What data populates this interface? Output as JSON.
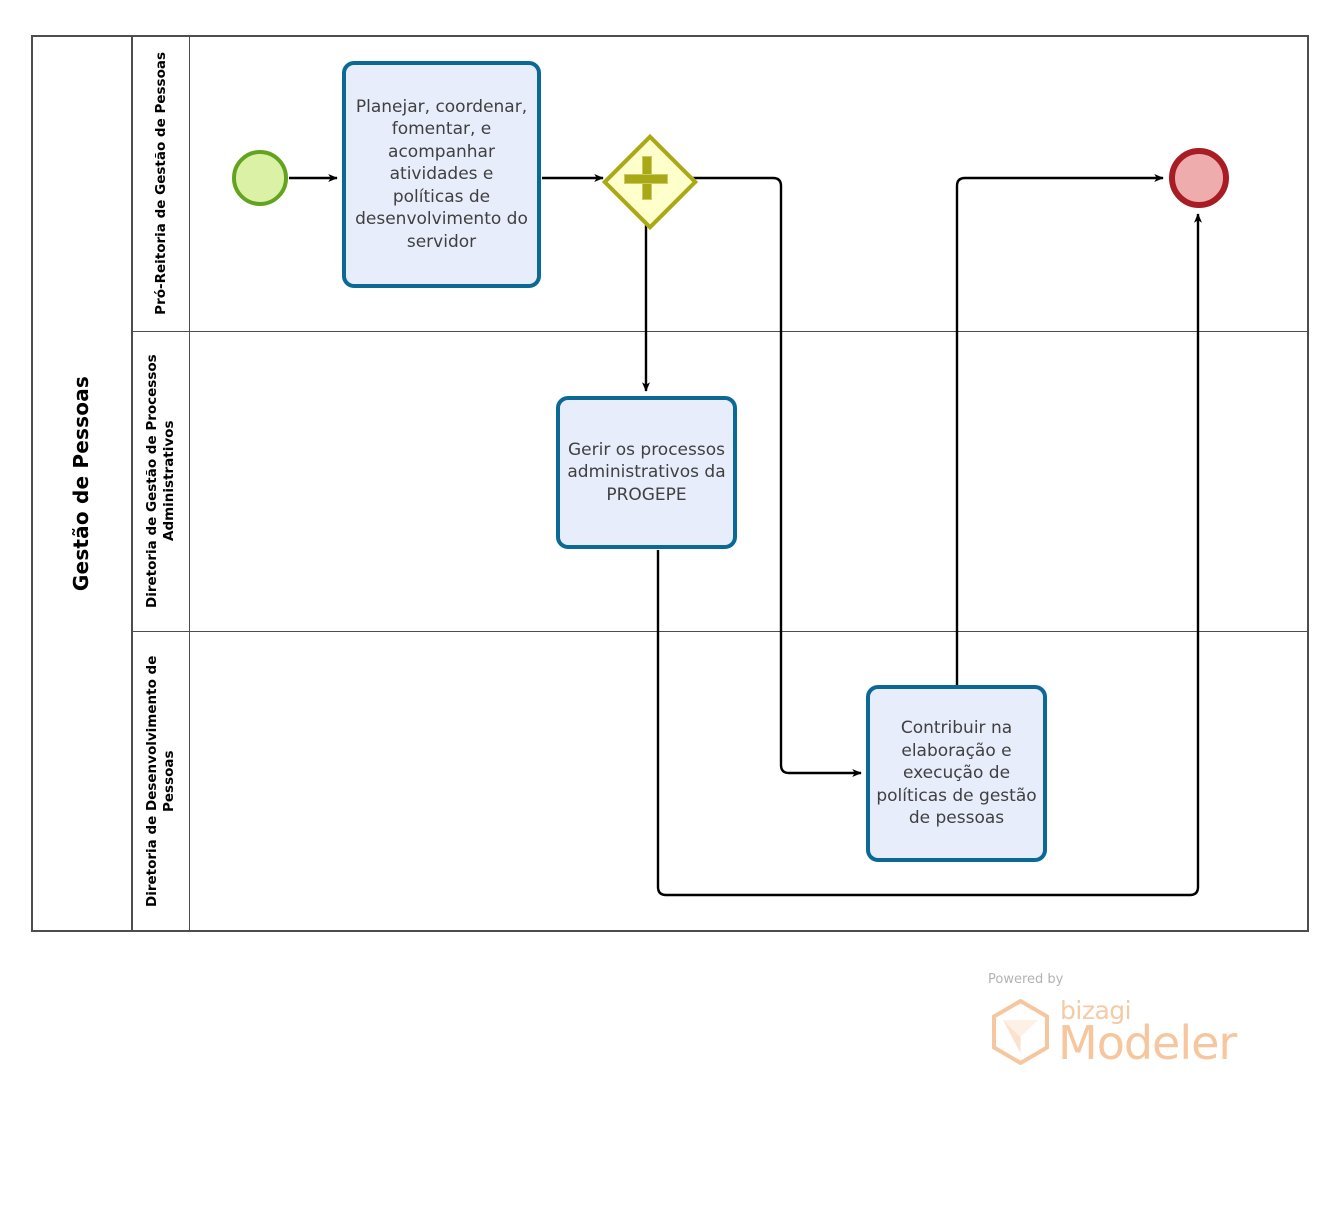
{
  "diagram": {
    "type": "bpmn-process",
    "pool": {
      "name": "Gestão de Pessoas"
    },
    "lanes": [
      {
        "id": "lane-pro-reitoria",
        "name": "Pró-Reitoria de Gestão de Pessoas"
      },
      {
        "id": "lane-gestao-processos",
        "name": "Diretoria de Gestão de Processos Administrativos"
      },
      {
        "id": "lane-desenvolvimento",
        "name": "Diretoria de Desenvolvimento de Pessoas"
      }
    ],
    "events": [
      {
        "id": "start-event",
        "kind": "start",
        "label": "",
        "fill": "#dbf2a6",
        "stroke": "#62a420"
      },
      {
        "id": "end-event",
        "kind": "end",
        "label": "",
        "fill": "#eeacac",
        "stroke": "#a71d23"
      }
    ],
    "gateway": {
      "id": "parallel-gateway",
      "kind": "parallel",
      "symbol": "+",
      "fill": "#ffffcc",
      "stroke": "#a9a916"
    },
    "tasks": [
      {
        "id": "task-planejar",
        "label": "Planejar, coordenar, fomentar, e acompanhar atividades e políticas de desenvolvimento do servidor",
        "lane": "lane-pro-reitoria"
      },
      {
        "id": "task-gerir",
        "label": "Gerir os processos administrativos da PROGEPE",
        "lane": "lane-gestao-processos"
      },
      {
        "id": "task-contribuir",
        "label": "Contribuir na elaboração e execução de políticas de gestão de pessoas",
        "lane": "lane-desenvolvimento"
      }
    ],
    "flows": [
      {
        "from": "start-event",
        "to": "task-planejar"
      },
      {
        "from": "task-planejar",
        "to": "parallel-gateway"
      },
      {
        "from": "parallel-gateway",
        "to": "task-gerir"
      },
      {
        "from": "parallel-gateway",
        "to": "task-contribuir"
      },
      {
        "from": "task-contribuir",
        "to": "end-event"
      },
      {
        "from": "task-gerir",
        "to": "end-event"
      }
    ],
    "colors": {
      "task_fill": "#e8edfb",
      "task_stroke": "#0b6a95",
      "lane_border": "#4d4d4d",
      "connector": "#000000"
    }
  },
  "watermark": {
    "powered_by": "Powered by",
    "brand": "bizagi",
    "product": "Modeler",
    "color": "#f6c79e"
  }
}
